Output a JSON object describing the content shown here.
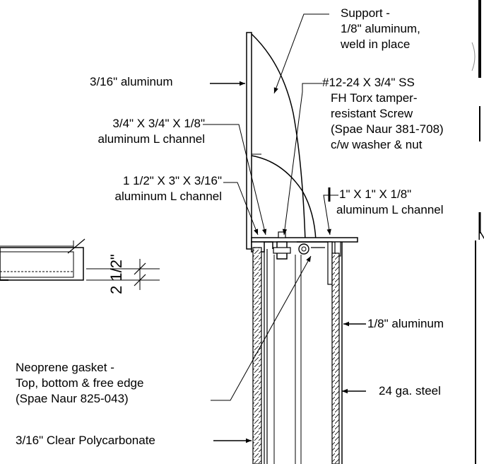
{
  "labels": {
    "support": [
      "Support -",
      "1/8\" aluminum,",
      "weld in place"
    ],
    "aluminum_3_16": "3/16\" aluminum",
    "screw": [
      "#12-24 X 3/4\" SS",
      "FH Torx tamper-",
      "resistant Screw",
      "(Spae Naur 381-708)",
      "c/w washer & nut"
    ],
    "l_channel_small": [
      "3/4\" X 3/4\" X 1/8\"",
      "aluminum L channel"
    ],
    "l_channel_large": [
      "1 1/2\" X 3\" X 3/16\"",
      "aluminum L channel"
    ],
    "l_channel_1in": [
      "1\" X 1\" X 1/8\"",
      "aluminum L channel"
    ],
    "aluminum_1_8": "1/8\" aluminum",
    "gasket": [
      "Neoprene gasket -",
      "Top, bottom & free edge",
      "(Spae Naur 825-043)"
    ],
    "steel": "24 ga. steel",
    "polycarbonate": "3/16\" Clear Polycarbonate",
    "dimension": "2 1/2\"",
    "edge_fragment": "N"
  }
}
